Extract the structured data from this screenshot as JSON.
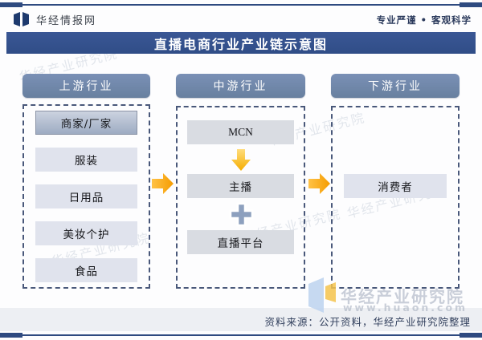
{
  "header": {
    "brand": "华经情报网",
    "tagline": "专业严谨 • 客观科学"
  },
  "title": "直播电商行业产业链示意图",
  "diagram": {
    "columns": [
      {
        "header": "上游行业",
        "items": [
          "商家/厂家",
          "服装",
          "日用品",
          "美妆个护",
          "食品"
        ]
      },
      {
        "header": "中游行业",
        "items": [
          "MCN",
          "主播",
          "直播平台"
        ]
      },
      {
        "header": "下游行业",
        "items": [
          "消费者"
        ]
      }
    ],
    "connectors": {
      "flow_arrow": "right-arrow",
      "mcn_to_anchor": "down-arrow",
      "anchor_plus_platform": "plus"
    }
  },
  "watermark": {
    "name": "华经产业研究院",
    "url": "www.huaon.com"
  },
  "footer": {
    "source": "资料来源：公开资料，华经产业研究院整理"
  },
  "colors": {
    "title_bar": "#30508c",
    "column_header": "#6e86ab",
    "flow_arrow": "#f9a800",
    "plus_icon": "#8da0be",
    "rule_line": "#2e4a80"
  }
}
